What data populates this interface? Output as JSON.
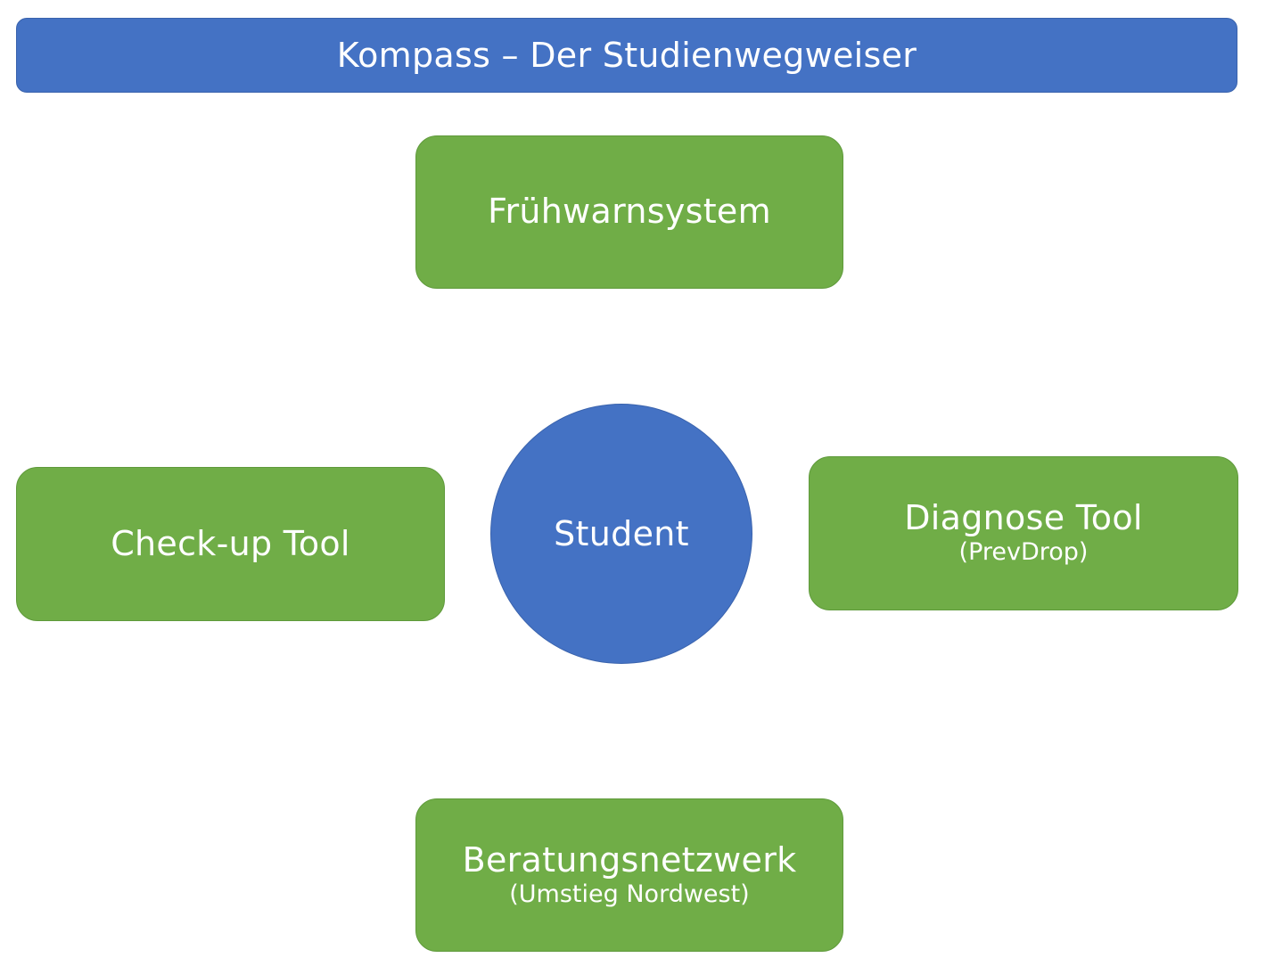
{
  "colors": {
    "blue": "#4472c4",
    "green": "#70ad47"
  },
  "title": "Kompass – Der Studienwegweiser",
  "center": {
    "label": "Student"
  },
  "nodes": {
    "top": {
      "label": "Frühwarnsystem"
    },
    "left": {
      "label": "Check-up Tool"
    },
    "right": {
      "label": "Diagnose Tool",
      "sublabel": "(PrevDrop)"
    },
    "bottom": {
      "label": "Beratungsnetzwerk",
      "sublabel": "(Umstieg Nordwest)"
    }
  }
}
